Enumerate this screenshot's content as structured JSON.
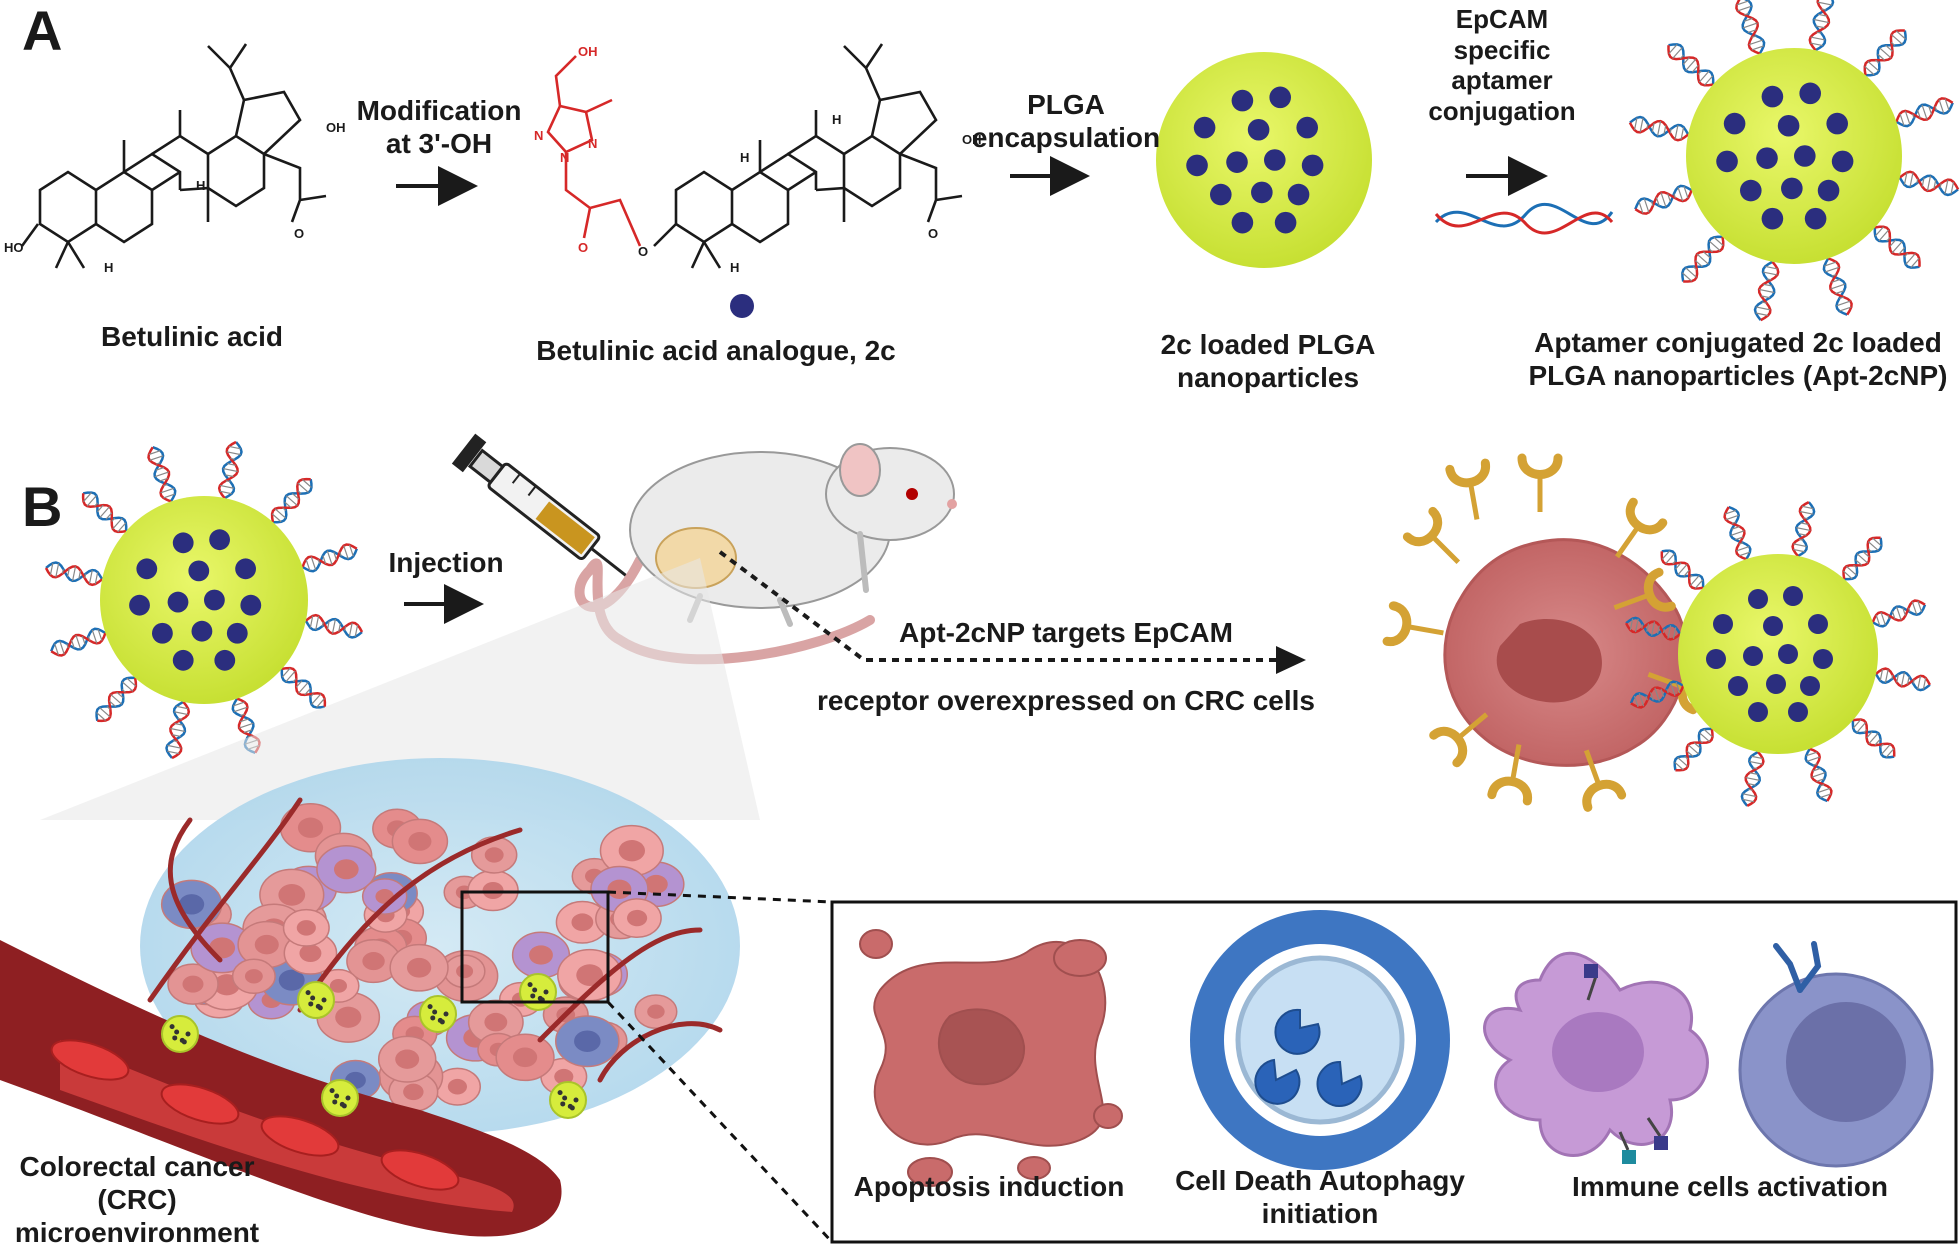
{
  "panels": {
    "a": "A",
    "b": "B"
  },
  "section_a": {
    "betulinic_label": "Betulinic acid",
    "step1": "Modification\nat 3'-OH",
    "analogue_label": "Betulinic acid analogue, 2c",
    "step2": "PLGA\nencapsulation",
    "np_label": "2c loaded PLGA\nnanoparticles",
    "step3": "EpCAM\nspecific\naptamer\nconjugation",
    "conj_label": "Aptamer conjugated 2c loaded\nPLGA nanoparticles (Apt-2cNP)",
    "chem": {
      "ho": "HO",
      "oh": "OH",
      "o": "O",
      "n": "N",
      "h": "H"
    }
  },
  "section_b": {
    "injection": "Injection",
    "target_line1": "Apt-2cNP targets EpCAM",
    "target_line2": "receptor overexpressed on CRC cells",
    "crc_label": "Colorectal cancer\n(CRC)\nmicroenvironment",
    "apoptosis": "Apoptosis induction",
    "autophagy": "Cell Death Autophagy\ninitiation",
    "immune": "Immune cells activation"
  },
  "colors": {
    "np_yellow": "#d6ec3c",
    "drug_navy": "#2b2e7e",
    "cancer_red": "#c96b6b",
    "receptor_gold": "#d4a234",
    "vessel": "#8e1f22",
    "autophagy_blue": "#3e76c2",
    "immune_purple": "#c69ad6",
    "tcell_blue": "#8a93c9"
  }
}
